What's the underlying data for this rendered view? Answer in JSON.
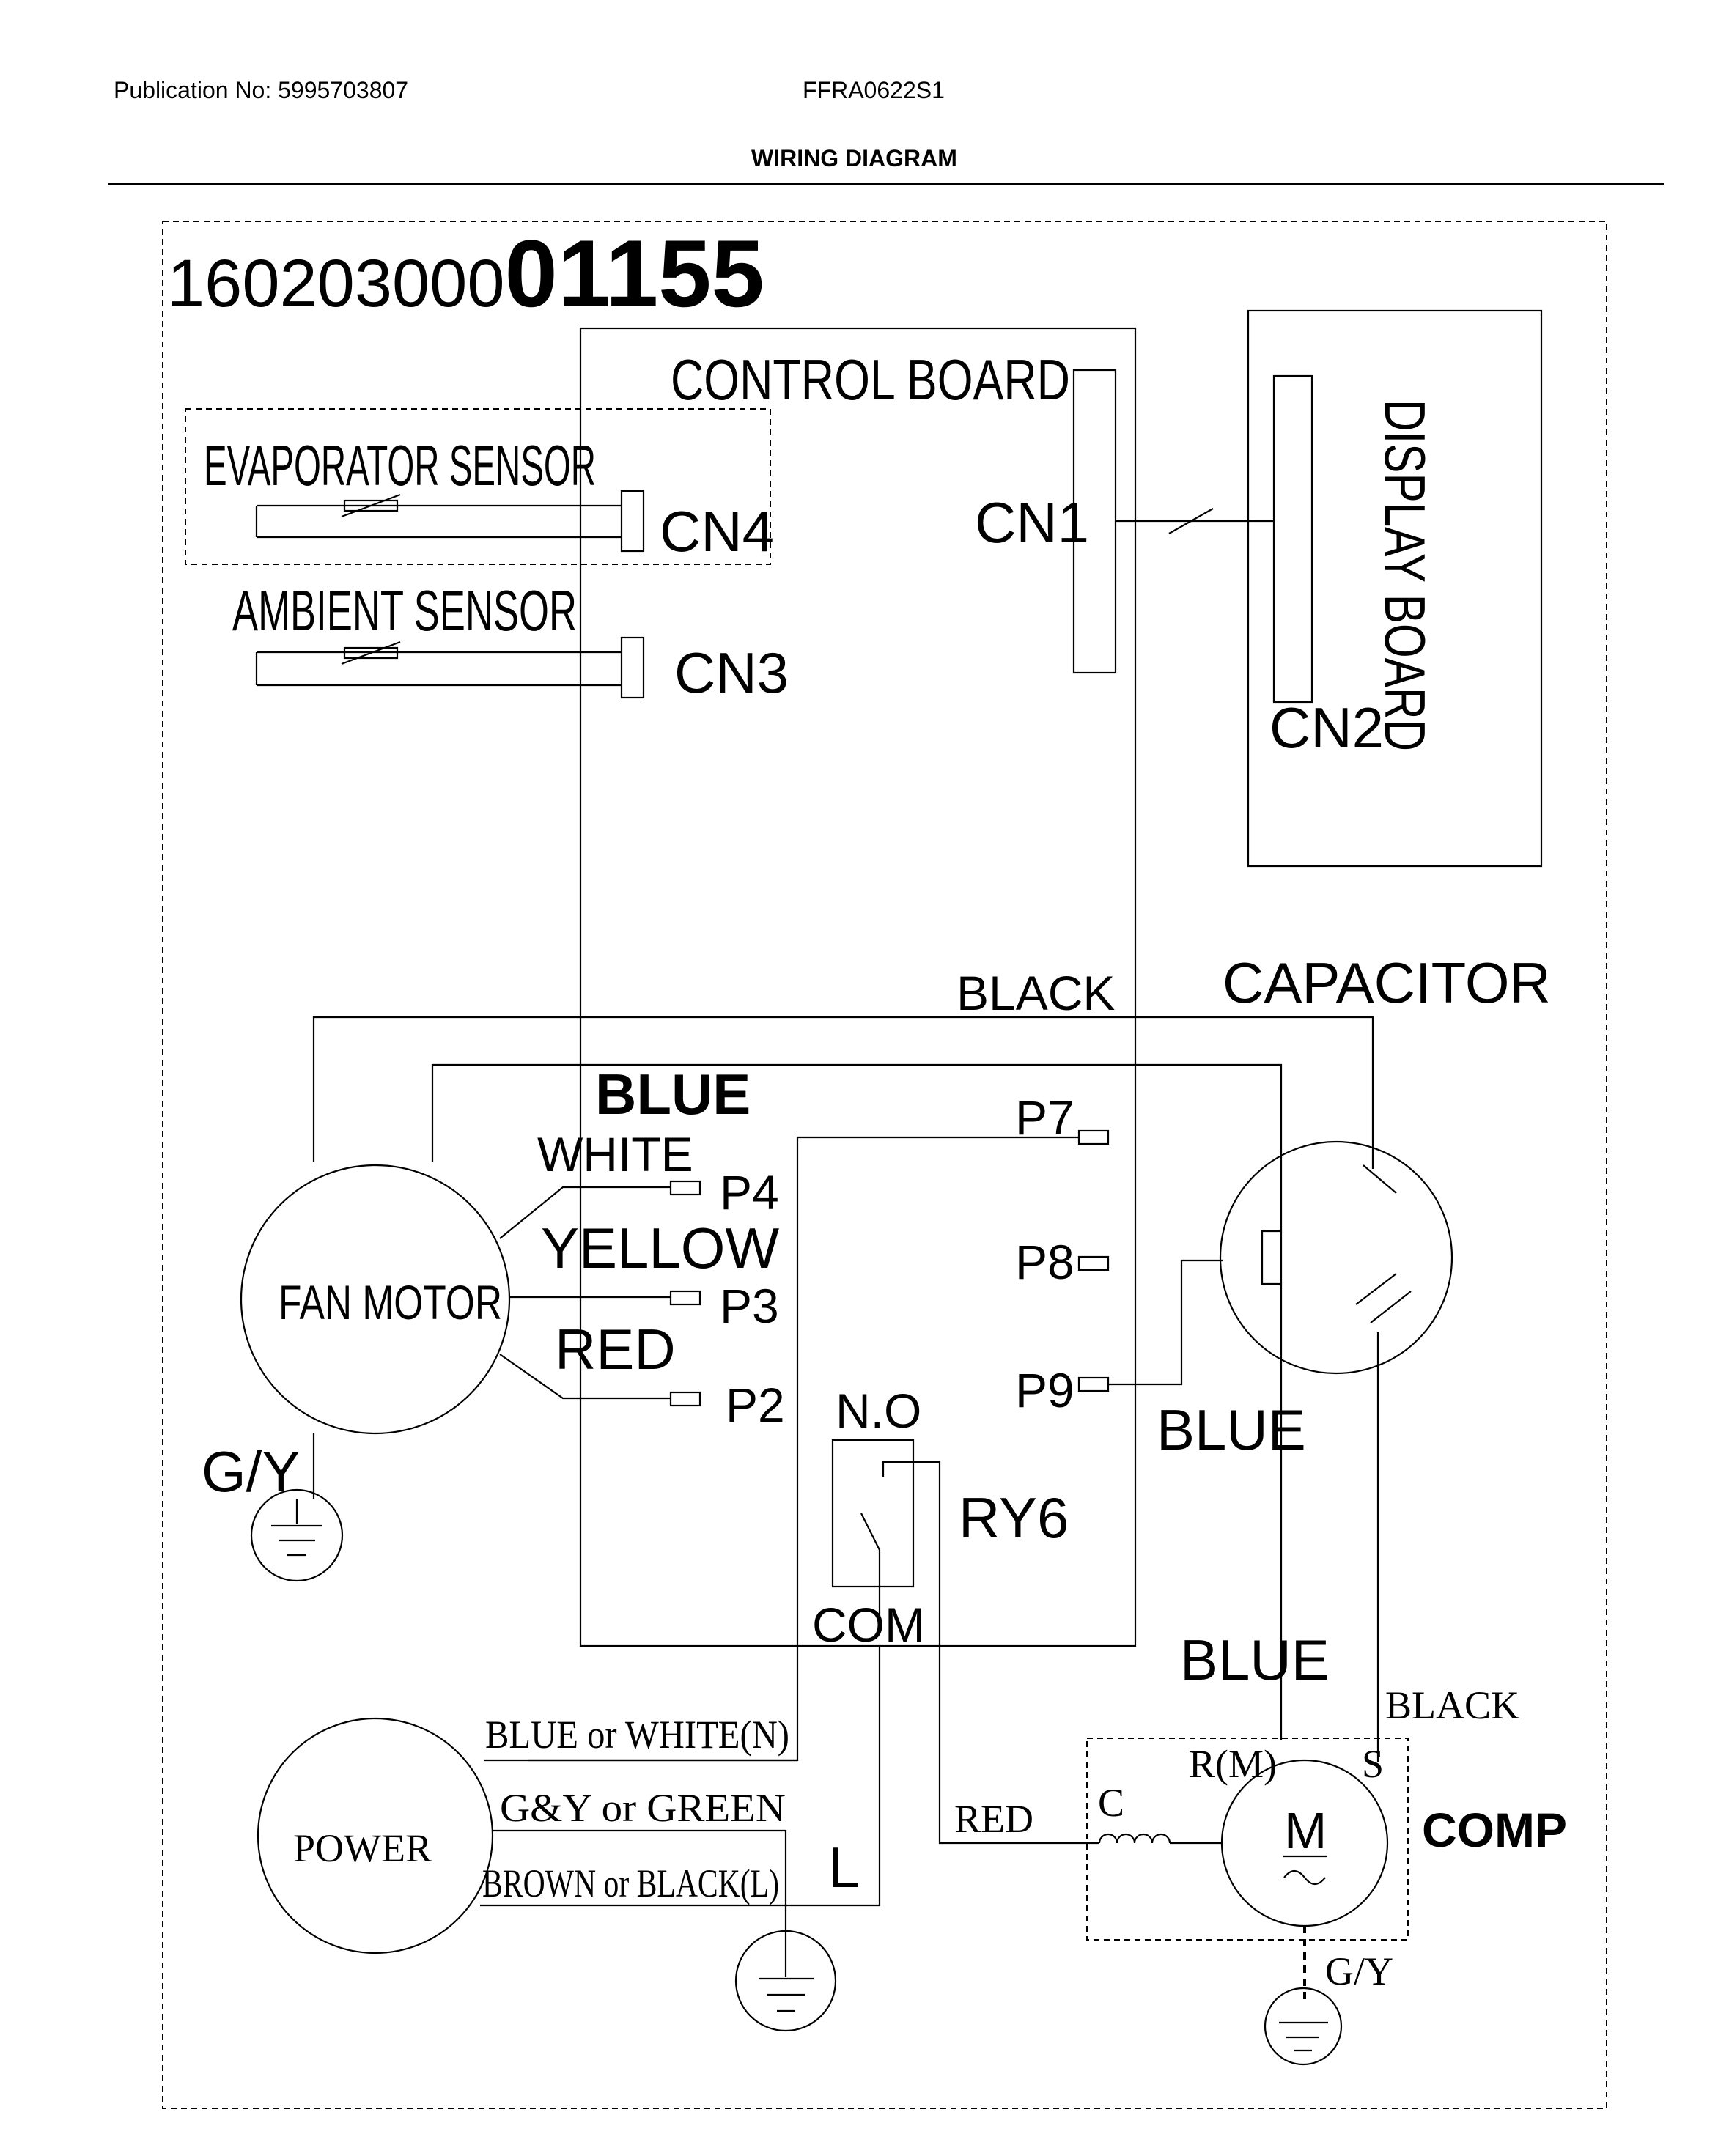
{
  "header": {
    "publication": "Publication No: 5995703807",
    "model": "FFRA0622S1",
    "title": "WIRING DIAGRAM"
  },
  "diagram": {
    "code_prefix": "160203000",
    "code_suffix": "01155",
    "control_board": "CONTROL BOARD",
    "display_board": "DISPLAY BOARD",
    "connectors": {
      "cn1": "CN1",
      "cn2": "CN2",
      "cn3": "CN3",
      "cn4": "CN4"
    },
    "sensors": {
      "evaporator": "EVAPORATOR SENSOR",
      "ambient": "AMBIENT SENSOR"
    },
    "terminals": {
      "p2": "P2",
      "p3": "P3",
      "p4": "P4",
      "p7": "P7",
      "p8": "P8",
      "p9": "P9"
    },
    "wires": {
      "black_top": "BLACK",
      "blue_top": "BLUE",
      "white": "WHITE",
      "yellow": "YELLOW",
      "red_fan": "RED",
      "blue_p9": "BLUE",
      "blue_comp": "BLUE",
      "black_comp": "BLACK",
      "red_comp": "RED",
      "power_n": "BLUE or WHITE(N)",
      "power_ground": "G&Y or GREEN",
      "power_l": "BROWN or BLACK(L)"
    },
    "components": {
      "fan_motor": "FAN MOTOR",
      "capacitor": "CAPACITOR",
      "power": "POWER",
      "comp": "COMP",
      "motor": "M",
      "relay": "RY6",
      "relay_no": "N.O",
      "relay_com": "COM",
      "line": "L",
      "ground_fan": "G/Y",
      "ground_comp": "G/Y",
      "comp_c": "C",
      "comp_r": "R(M)",
      "comp_s": "S"
    }
  }
}
